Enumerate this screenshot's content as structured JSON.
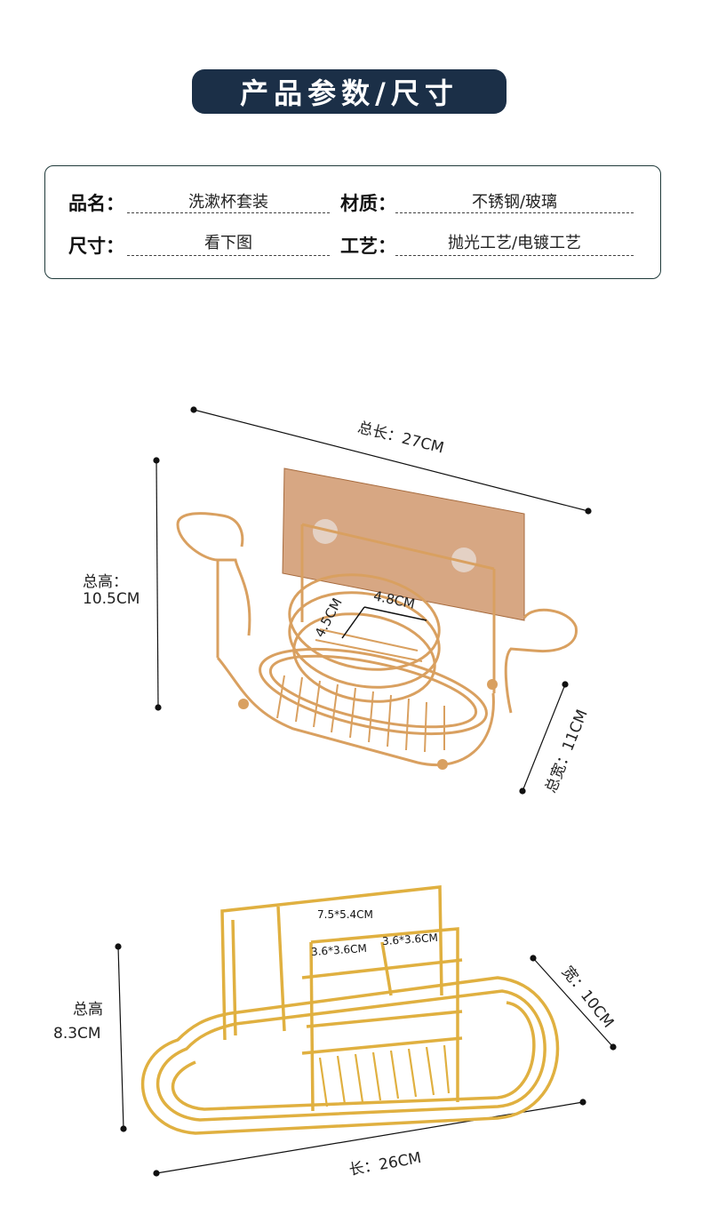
{
  "header": {
    "title": "产品参数/尺寸"
  },
  "specs": {
    "name_label": "品名：",
    "name_value": "洗漱杯套装",
    "material_label": "材质：",
    "material_value": "不锈钢/玻璃",
    "size_label": "尺寸：",
    "size_value": "看下图",
    "craft_label": "工艺：",
    "craft_value": "抛光工艺/电镀工艺"
  },
  "product1": {
    "length": "总长：27CM",
    "height_label": "总高：",
    "height_value": "10.5CM",
    "width": "总宽：11CM",
    "cup_depth": "4.5CM",
    "cup_diameter": "4.8CM"
  },
  "product2": {
    "height_label": "总高",
    "height_value": "8.3CM",
    "width": "宽：10CM",
    "length": "长：26CM",
    "slot_big": "7.5*5.4CM",
    "slot_left": "3.6*3.6CM",
    "slot_right": "3.6*3.6CM"
  },
  "colors": {
    "title_bg": "#1b2f47",
    "gold": "#d9a441",
    "copper": "#c98a5a"
  }
}
